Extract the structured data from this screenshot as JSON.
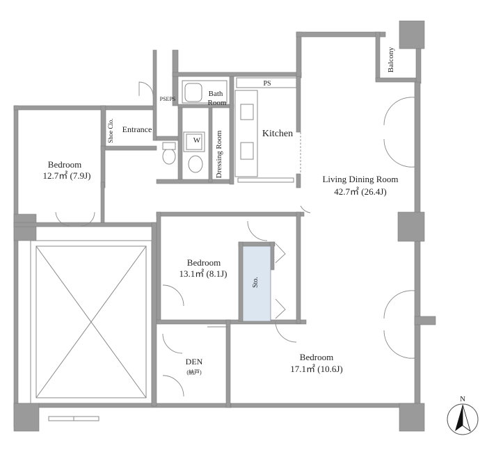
{
  "rooms": {
    "bedroom_west": {
      "name": "Bedroom",
      "area": "12.7㎡ (7.9J)"
    },
    "entrance": {
      "name": "Entrance"
    },
    "shoe_closet": {
      "name": "Shoe Clo."
    },
    "pseps": {
      "name": "PSEPS"
    },
    "bath": {
      "name_1": "Bath",
      "name_2": "Room"
    },
    "washer": {
      "name": "W"
    },
    "dressing": {
      "name": "Dressing Room"
    },
    "ps": {
      "name": "PS"
    },
    "kitchen": {
      "name": "Kitchen"
    },
    "balcony": {
      "name": "Balcony"
    },
    "living": {
      "name": "Living Dining Room",
      "area": "42.7㎡ (26.4J)"
    },
    "bedroom_center": {
      "name": "Bedroom",
      "area": "13.1㎡ (8.1J)"
    },
    "storage": {
      "name": "Sto."
    },
    "den": {
      "name": "DEN",
      "sub": "(納戸)"
    },
    "bedroom_south": {
      "name": "Bedroom",
      "area": "17.1㎡ (10.6J)"
    }
  },
  "compass": {
    "label": "N"
  }
}
